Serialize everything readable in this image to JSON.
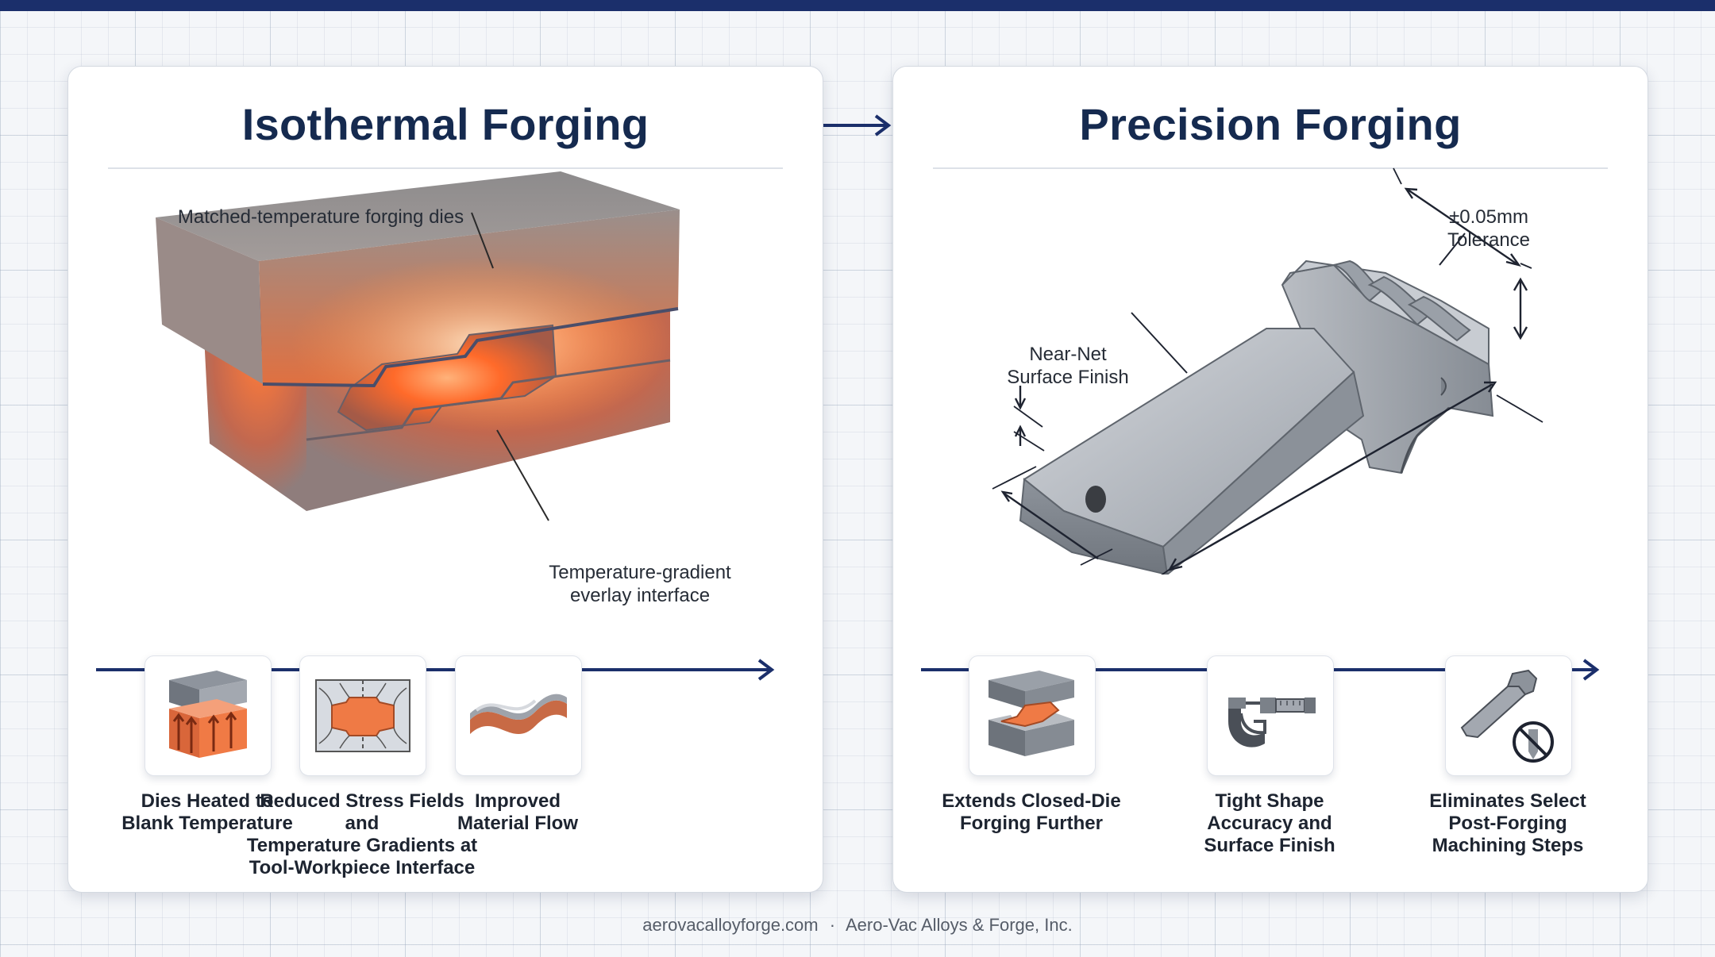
{
  "left_panel": {
    "title": "Isothermal Forging",
    "callouts": {
      "dies": "Matched-temperature forging dies",
      "gradient": "Temperature-gradient\neverlay interface"
    },
    "steps": [
      {
        "label": "Dies Heated to\nBlank Temperature",
        "icon": "heated-dies-icon"
      },
      {
        "label": "Reduced Stress Fields and\nTemperature Gradients at\nTool-Workpiece Interface",
        "icon": "stress-field-icon"
      },
      {
        "label": "Improved\nMaterial Flow",
        "icon": "material-flow-icon"
      }
    ]
  },
  "right_panel": {
    "title": "Precision Forging",
    "callouts": {
      "tolerance": "±0.05mm\nTolerance",
      "finish": "Near-Net\nSurface Finish"
    },
    "steps": [
      {
        "label": "Extends Closed-Die\nForging Further",
        "icon": "closed-die-icon"
      },
      {
        "label": "Tight Shape\nAccuracy and\nSurface Finish",
        "icon": "micrometer-icon"
      },
      {
        "label": "Eliminates Select\nPost-Forging\nMachining Steps",
        "icon": "no-machining-icon"
      }
    ]
  },
  "footer": {
    "site": "aerovacalloyforge.com",
    "separator": "·",
    "company": "Aero-Vac Alloys & Forge, Inc."
  },
  "colors": {
    "navy": "#1b2f6b",
    "title": "#152a4f",
    "hot_orange": "#ff6a2a",
    "steel": "#8f959e"
  }
}
